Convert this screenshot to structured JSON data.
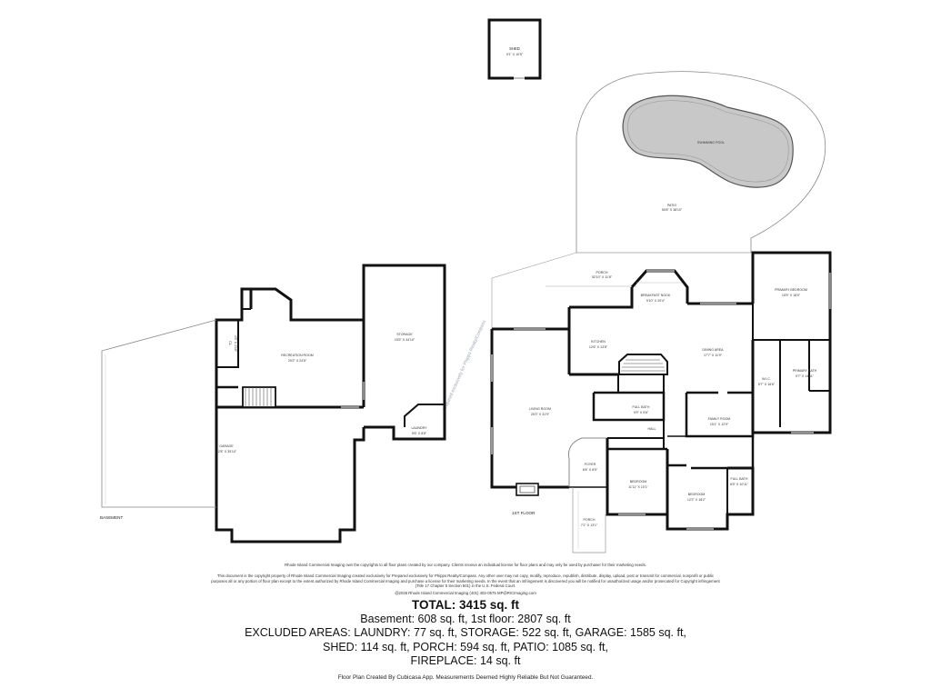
{
  "rooms": {
    "shed": {
      "name": "SHED",
      "dim": "9'1\" X 10'5\""
    },
    "swimming_pool": {
      "name": "SWIMMING POOL"
    },
    "patio": {
      "name": "PATIO",
      "dim": "50'8\" X 38'10\""
    },
    "porch_rear": {
      "name": "PORCH",
      "dim": "52'10\" X 11'8\""
    },
    "breakfast_nook": {
      "name": "BREAKFAST NOOK",
      "dim": "9'10\" X 20'4\""
    },
    "primary_bedroom": {
      "name": "PRIMARY BEDROOM",
      "dim": "15'5\" X 18'0\""
    },
    "kitchen": {
      "name": "KITCHEN",
      "dim": "12'6\" X 13'8\""
    },
    "dining_area": {
      "name": "DINING AREA",
      "dim": "17'7\" X 11'9\""
    },
    "wic": {
      "name": "W.I.C.",
      "dim": "5'7\" X 16'6\""
    },
    "primary_bath": {
      "name": "PRIMARY BATH",
      "dim": "9'7\" X 14'11\""
    },
    "living_room": {
      "name": "LIVING ROOM",
      "dim": "25'3\" X 31'9\""
    },
    "full_bath_1": {
      "name": "FULL BATH",
      "dim": "9'9\" X 5'6\""
    },
    "family_room": {
      "name": "FAMILY ROOM",
      "dim": "15'1\" X 12'9\""
    },
    "hall": {
      "name": "HALL"
    },
    "foyer": {
      "name": "FOYER",
      "dim": "6'8\" X 8'5\""
    },
    "bedroom_1": {
      "name": "BEDROOM",
      "dim": "11'11\" X 10'1\""
    },
    "bedroom_2": {
      "name": "BEDROOM",
      "dim": "12'2\" X 18'2\""
    },
    "full_bath_2": {
      "name": "FULL BATH",
      "dim": "6'5\" X 10'11\""
    },
    "porch_front": {
      "name": "PORCH",
      "dim": "7'1\" X 13'1\""
    },
    "storage": {
      "name": "STORAGE",
      "dim": "15'5\" X 34'10\""
    },
    "recreation_room": {
      "name": "RECREATION ROOM",
      "dim": "29'2\" X 24'5\""
    },
    "laundry": {
      "name": "LAUNDRY",
      "dim": "9'6\" X 8'8\""
    },
    "garage": {
      "name": "GARAGE",
      "dim": "52'8\" X 35'10\""
    },
    "closet": {
      "name": "CL.",
      "dim": "4'3\" X 2'10\""
    }
  },
  "floor_labels": {
    "first": "1ST FLOOR",
    "basement": "BASEMENT"
  },
  "watermark": "Prepared exclusively for Phipps Realty/Compass",
  "copyright": {
    "line1": "Rhode Island Commercial Imaging own the copyrights to all floor plans created by our company. Clients receive an individual license for floor plans and may only be used by purchaser for their marketing needs.",
    "line2": "This document is the copyright property of Rhode Island Commercial Imaging created exclusively for Prepared exclusively for Phipps Realty/Compass. Any other user may not copy, modify, reproduce, republish, distribute, display, upload, post or transmit for commercial, nonprofit or public purposes all or any portion of floor plan except to the extent authorized by Rhode Island Commercial Imaging and purchase a license for their marketing needs. In the event that an infringement is discovered you will be notified for unauthorized usage and/or prosecuted for Copyright infringement (Title 17 Chapter 5 Section 501) in the U.S. Federal Court.",
    "line3": "@2026 Rhode Island Commercial Imaging (401) 402-0575 MP@RICImaging.com"
  },
  "totals": {
    "total": "TOTAL: 3415 sq. ft",
    "line1": "Basement: 608 sq. ft, 1st floor: 2807 sq. ft",
    "line2": "EXCLUDED AREAS: LAUNDRY: 77 sq. ft, STORAGE: 522 sq. ft, GARAGE: 1585 sq. ft,",
    "line3": "SHED: 114 sq. ft, PORCH: 594 sq. ft, PATIO: 1085 sq. ft,",
    "line4": "FIREPLACE: 14 sq. ft"
  },
  "footer": "Floor Plan Created By Cubicasa App. Measurements Deemed Highly Reliable But Not Guaranteed."
}
